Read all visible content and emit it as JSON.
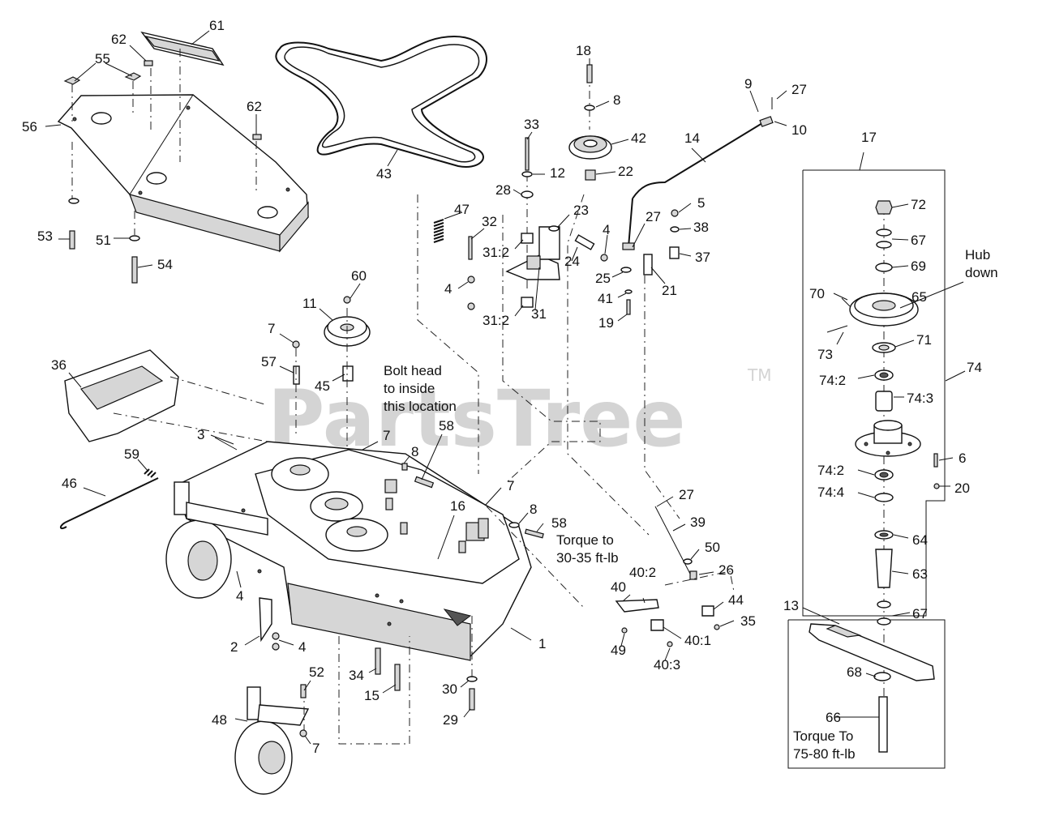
{
  "watermark": {
    "text": "PartsTree",
    "tm": "TM"
  },
  "notes": {
    "bolt_head_1": "Bolt head",
    "bolt_head_2": "to inside",
    "bolt_head_3": "this location",
    "torque_a_1": "Torque to",
    "torque_a_2": "30-35 ft-lb",
    "torque_b_1": "Torque To",
    "torque_b_2": "75-80 ft-lb",
    "hub_1": "Hub",
    "hub_2": "down"
  },
  "labels": {
    "l61": "61",
    "l62a": "62",
    "l55": "55",
    "l56": "56",
    "l62b": "62",
    "l43": "43",
    "l53": "53",
    "l51": "51",
    "l54": "54",
    "l18": "18",
    "l8a": "8",
    "l33": "33",
    "l42": "42",
    "l12": "12",
    "l22": "22",
    "l28": "28",
    "l9": "9",
    "l27a": "27",
    "l10": "10",
    "l14": "14",
    "l17": "17",
    "l47": "47",
    "l32": "32",
    "l23": "23",
    "l4a": "4",
    "l27b": "27",
    "l5": "5",
    "l38": "38",
    "l37": "37",
    "l31_2a": "31:2",
    "l24": "24",
    "l25": "25",
    "l21": "21",
    "l4b": "4",
    "l41": "41",
    "l19": "19",
    "l31_2b": "31:2",
    "l31": "31",
    "l72": "72",
    "l67a": "67",
    "l69": "69",
    "l70": "70",
    "l65": "65",
    "l73": "73",
    "l71": "71",
    "l74_2a": "74:2",
    "l74_3": "74:3",
    "l74": "74",
    "l6": "6",
    "l74_2b": "74:2",
    "l20": "20",
    "l74_4": "74:4",
    "l64": "64",
    "l63": "63",
    "l67b": "67",
    "l13": "13",
    "l68": "68",
    "l66": "66",
    "l60": "60",
    "l11": "11",
    "l7a": "7",
    "l57": "57",
    "l45": "45",
    "l36": "36",
    "l58a": "58",
    "l3": "3",
    "l7b": "7",
    "l8b": "8",
    "l59": "59",
    "l46": "46",
    "l16": "16",
    "l7c": "7",
    "l8c": "8",
    "l58b": "58",
    "l27c": "27",
    "l39": "39",
    "l50": "50",
    "l26": "26",
    "l40_2": "40:2",
    "l40": "40",
    "l44": "44",
    "l35": "35",
    "l40_1": "40:1",
    "l49": "49",
    "l40_3": "40:3",
    "l4c": "4",
    "l2": "2",
    "l4d": "4",
    "l1": "1",
    "l52": "52",
    "l34": "34",
    "l15": "15",
    "l30": "30",
    "l29": "29",
    "l48": "48",
    "l7d": "7"
  }
}
